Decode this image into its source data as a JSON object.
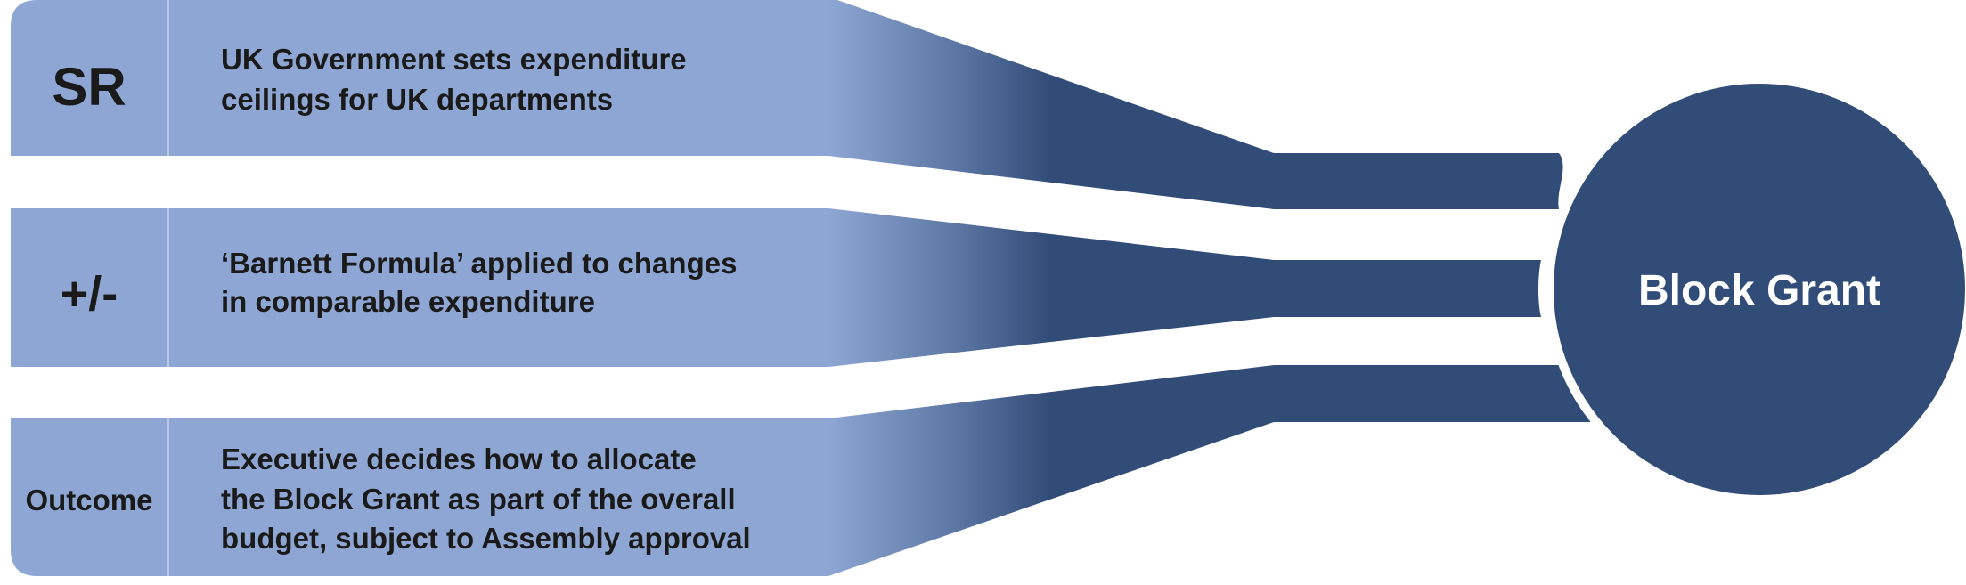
{
  "rows": [
    {
      "label": "SR",
      "lines": [
        "UK Government sets expenditure",
        "ceilings for UK departments"
      ]
    },
    {
      "label": "+/-",
      "lines": [
        "‘Barnett Formula’ applied to changes",
        "in comparable expenditure"
      ]
    },
    {
      "label": "Outcome",
      "lines": [
        "Executive decides how to allocate",
        "the Block Grant as part of the overall",
        "budget, subject to Assembly approval"
      ]
    }
  ],
  "target": {
    "label": "Block Grant"
  },
  "colors": {
    "light_blue": "#8ea6d3",
    "dark_blue": "#324c78",
    "text_dark": "#1a1a1a",
    "text_light": "#ffffff"
  }
}
